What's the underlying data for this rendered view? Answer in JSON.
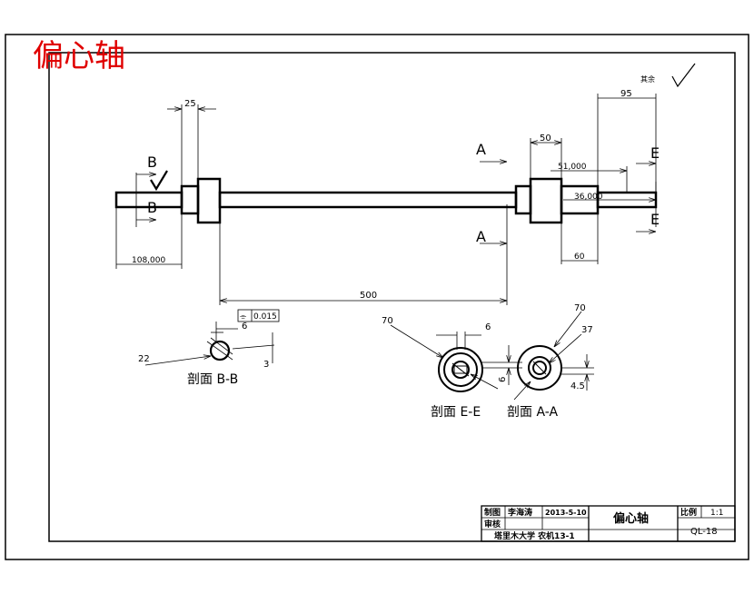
{
  "title_red": "偏心轴",
  "roughness_symbol_note": "其余",
  "dims": {
    "d25": "25",
    "d95": "95",
    "d50": "50",
    "d51": "51,000",
    "d36": "36,000",
    "d60": "60",
    "d108": "108,000",
    "d500": "500",
    "d6a": "6",
    "d22": "22",
    "d3": "3",
    "tol": "0.015",
    "d70a": "70",
    "d6b": "6",
    "d6c": "6",
    "d70b": "70",
    "d37": "37",
    "d45": "4.5"
  },
  "section_letters": {
    "b1": "B",
    "b2": "B",
    "a1": "A",
    "a2": "A",
    "e1": "E",
    "e2": "E"
  },
  "section_labels": {
    "bb": "剖面 B-B",
    "ee": "剖面 E-E",
    "aa": "剖面 A-A"
  },
  "title_block": {
    "drawn_label": "制图",
    "drawn_name": "李海涛",
    "date": "2013-5-10",
    "check_label": "审核",
    "part_name": "偏心轴",
    "scale_label": "比例",
    "scale_value": "1:1",
    "drawing_no": "QL-18",
    "school": "塔里木大学 农机13-1"
  }
}
